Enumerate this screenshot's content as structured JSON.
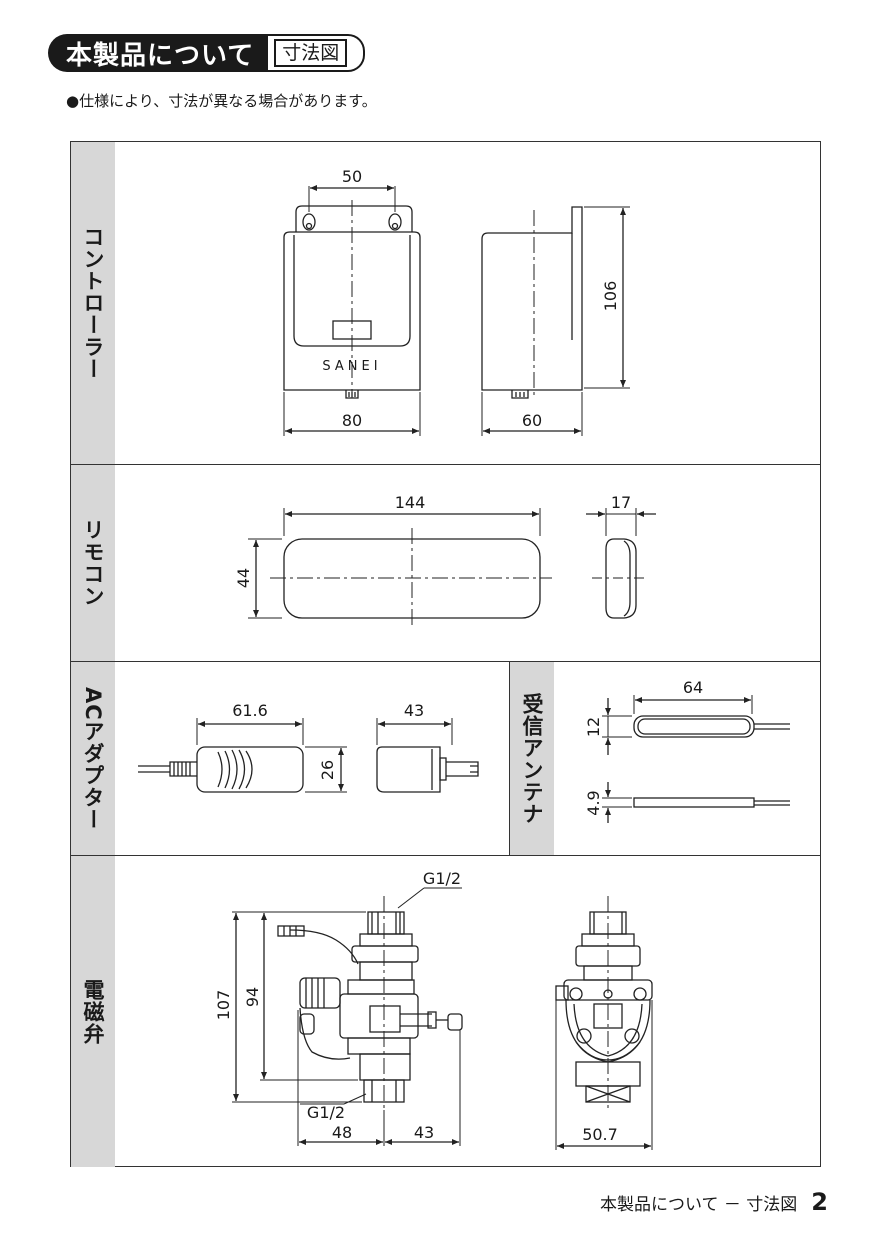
{
  "header": {
    "title": "本製品について",
    "sub": "寸法図"
  },
  "note": "●仕様により、寸法が異なる場合があります。",
  "sections": {
    "controller": {
      "label": "コントローラー",
      "brand": "SANEI",
      "dims": {
        "hole_pitch": "50",
        "width": "80",
        "depth": "60",
        "height": "106"
      }
    },
    "remote": {
      "label": "リモコン",
      "dims": {
        "width": "144",
        "height": "44",
        "depth": "17"
      }
    },
    "adapter": {
      "label": "ACアダプター",
      "dims": {
        "width": "61.6",
        "height": "26",
        "depth": "43"
      }
    },
    "antenna": {
      "label": "受信アンテナ",
      "dims": {
        "width": "64",
        "height": "12",
        "thickness": "4.9"
      }
    },
    "valve": {
      "label": "電磁弁",
      "dims": {
        "thread_top": "G1/2",
        "thread_bottom": "G1/2",
        "height_total": "107",
        "height_body": "94",
        "left": "48",
        "right": "43",
        "side_width": "50.7"
      }
    }
  },
  "footer": {
    "text": "本製品について － 寸法図",
    "page": "2"
  }
}
